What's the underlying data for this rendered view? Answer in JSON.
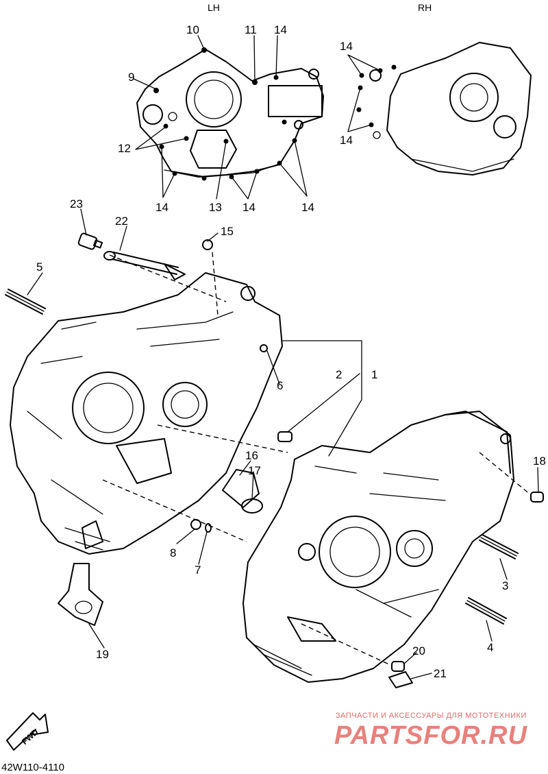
{
  "headers": {
    "left": "LH",
    "right": "RH"
  },
  "callouts": {
    "c1": "1",
    "c2": "2",
    "c3": "3",
    "c4": "4",
    "c5": "5",
    "c6": "6",
    "c7": "7",
    "c8": "8",
    "c9": "9",
    "c10": "10",
    "c11": "11",
    "c12": "12",
    "c13": "13",
    "c14": "14",
    "c15": "15",
    "c16": "16",
    "c17": "17",
    "c18": "18",
    "c19": "19",
    "c20": "20",
    "c21": "21",
    "c22": "22",
    "c23": "23"
  },
  "fwd_label": "FWD",
  "diagram_code": "42W110-4110",
  "watermark": {
    "tagline": "ЗАПЧАСТИ И АКСЕССУАРЫ ДЛЯ МОТОТЕХНИКИ",
    "brand": "PARTSFOR.RU"
  }
}
